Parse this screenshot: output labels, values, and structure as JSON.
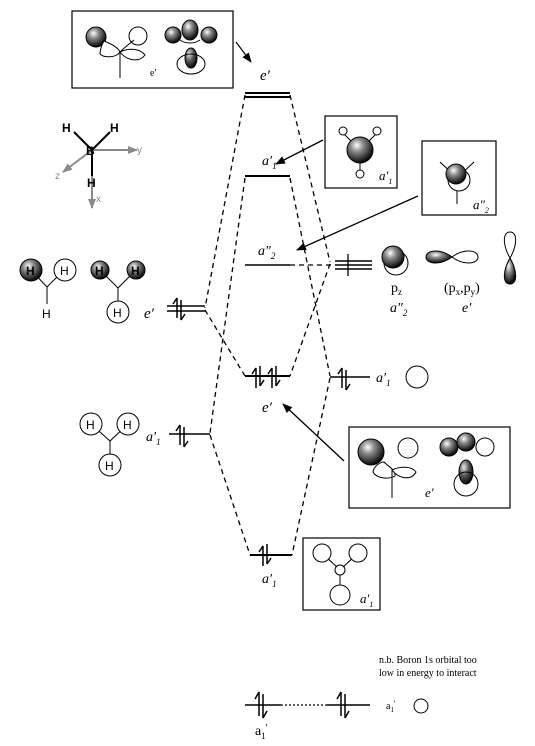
{
  "labels": {
    "e_prime": "e′",
    "e_prime_small": "e'",
    "a1_prime": "a′",
    "a1_sub": "1",
    "a2_dprime": "a″",
    "a2_sub": "2"
  },
  "axes": {
    "x": "x",
    "y": "y",
    "z": "z"
  },
  "atoms": {
    "B": "B",
    "H": "H"
  },
  "p_orbitals": {
    "pz": "p",
    "pz_sub": "z",
    "pxpy": "(p",
    "px_sub": "x",
    "comma_py": ",p",
    "py_sub": "y",
    "close": ")"
  },
  "note": {
    "line1": "n.b. Boron 1s orbital too",
    "line2": "low in energy to interact"
  },
  "colors": {
    "ink": "#000000",
    "axis_gray": "#8a8a8a"
  }
}
